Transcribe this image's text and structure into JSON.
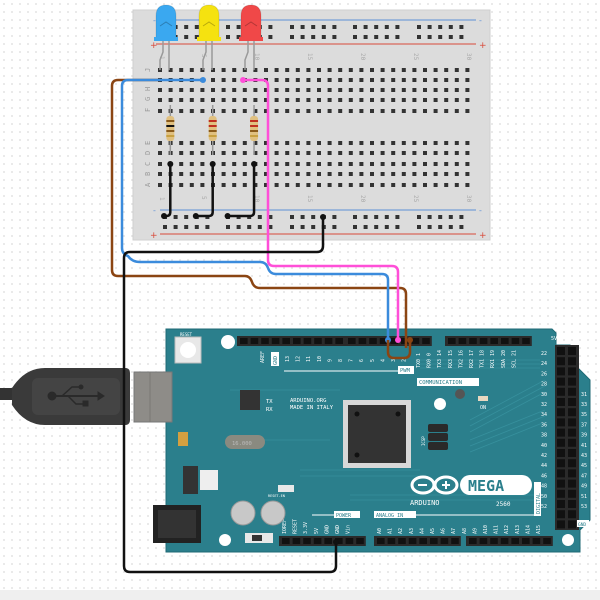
{
  "scene": {
    "title": "Arduino Mega traffic LEDs circuit",
    "background": "#ffffff"
  },
  "breadboard": {
    "row_labels_top": [
      "J",
      "I",
      "H",
      "G",
      "F"
    ],
    "row_labels_bottom": [
      "E",
      "D",
      "C",
      "B",
      "A"
    ],
    "column_numbers": [
      "1",
      "5",
      "10",
      "15",
      "20",
      "25",
      "30"
    ],
    "rail_minus": "-",
    "rail_plus": "+",
    "columns": 30
  },
  "leds": [
    {
      "name": "led-blue",
      "color": "#3aa8f0",
      "column": 1
    },
    {
      "name": "led-yellow",
      "color": "#f5e210",
      "column": 5
    },
    {
      "name": "led-red",
      "color": "#f04848",
      "column": 9
    }
  ],
  "resistors": [
    {
      "name": "resistor-1",
      "bands": [
        "#8a5a1a",
        "#111111",
        "#8a5a1a",
        "#c8a040"
      ]
    },
    {
      "name": "resistor-2",
      "bands": [
        "#c03020",
        "#c03020",
        "#8a5a1a",
        "#c8a040"
      ]
    },
    {
      "name": "resistor-3",
      "bands": [
        "#c03020",
        "#c03020",
        "#8a5a1a",
        "#c8a040"
      ]
    }
  ],
  "wires": [
    {
      "name": "wire-brown",
      "color": "#8b4513",
      "from": "breadboard J1",
      "to": "pin 2"
    },
    {
      "name": "wire-blue",
      "color": "#3b8bdc",
      "from": "breadboard I5",
      "to": "pin 4"
    },
    {
      "name": "wire-pink",
      "color": "#ff4fd8",
      "from": "breadboard I9",
      "to": "pin 3"
    },
    {
      "name": "wire-black",
      "color": "#111111",
      "from": "ground rail",
      "to": "GND"
    }
  ],
  "arduino": {
    "board_color": "#2b7f8c",
    "reset_label": "RESET",
    "aref_label": "AREF",
    "gnd_label": "GND",
    "pwm_label": "PWM",
    "communication_label": "COMMUNICATION",
    "power_label": "POWER",
    "analog_label": "ANALOG IN",
    "digital_label": "DIGITAL",
    "brand_line1": "ARDUINO.ORG",
    "brand_line2": "MADE IN ITALY",
    "logo_text": "ARDUINO",
    "model": "MEGA",
    "model_number": "2560",
    "on_label": "ON",
    "tx_label": "TX",
    "rx_label": "RX",
    "icsp_label": "ICSP",
    "crystal_label": "16.000",
    "reset_en_label": "RESET-EN",
    "five_v_label": "5V",
    "pwm_pins": [
      "13",
      "12",
      "11",
      "10",
      "9",
      "8",
      "7",
      "6",
      "5",
      "4",
      "3",
      "2"
    ],
    "comm_pins": [
      "TX0 1",
      "RX0 0",
      "TX3 14",
      "RX3 15",
      "TX2 16",
      "RX2 17",
      "TX1 18",
      "RX1 19",
      "SDA 20",
      "SCL 21"
    ],
    "power_pins": [
      "IOREF",
      "RESET",
      "3.3V",
      "5V",
      "GND",
      "GND",
      "Vin"
    ],
    "analog_pins": [
      "A0",
      "A1",
      "A2",
      "A3",
      "A4",
      "A5",
      "A6",
      "A7",
      "A8",
      "A9",
      "A10",
      "A11",
      "A12",
      "A13",
      "A14",
      "A15"
    ],
    "digital_left": [
      "22",
      "24",
      "26",
      "28",
      "30",
      "32",
      "34",
      "36",
      "38",
      "40",
      "42",
      "44",
      "46",
      "48",
      "50",
      "52"
    ],
    "digital_right": [
      "",
      "",
      "",
      "",
      "31",
      "33",
      "35",
      "37",
      "39",
      "41",
      "43",
      "45",
      "47",
      "49",
      "51",
      "53"
    ],
    "digital_bottom_label": "GND"
  },
  "usb": {
    "icon": "usb-icon"
  },
  "accent_colors": {
    "rail_blue": "#5b8fd6",
    "rail_red": "#d84a3a",
    "header_black": "#2a2a2a"
  }
}
